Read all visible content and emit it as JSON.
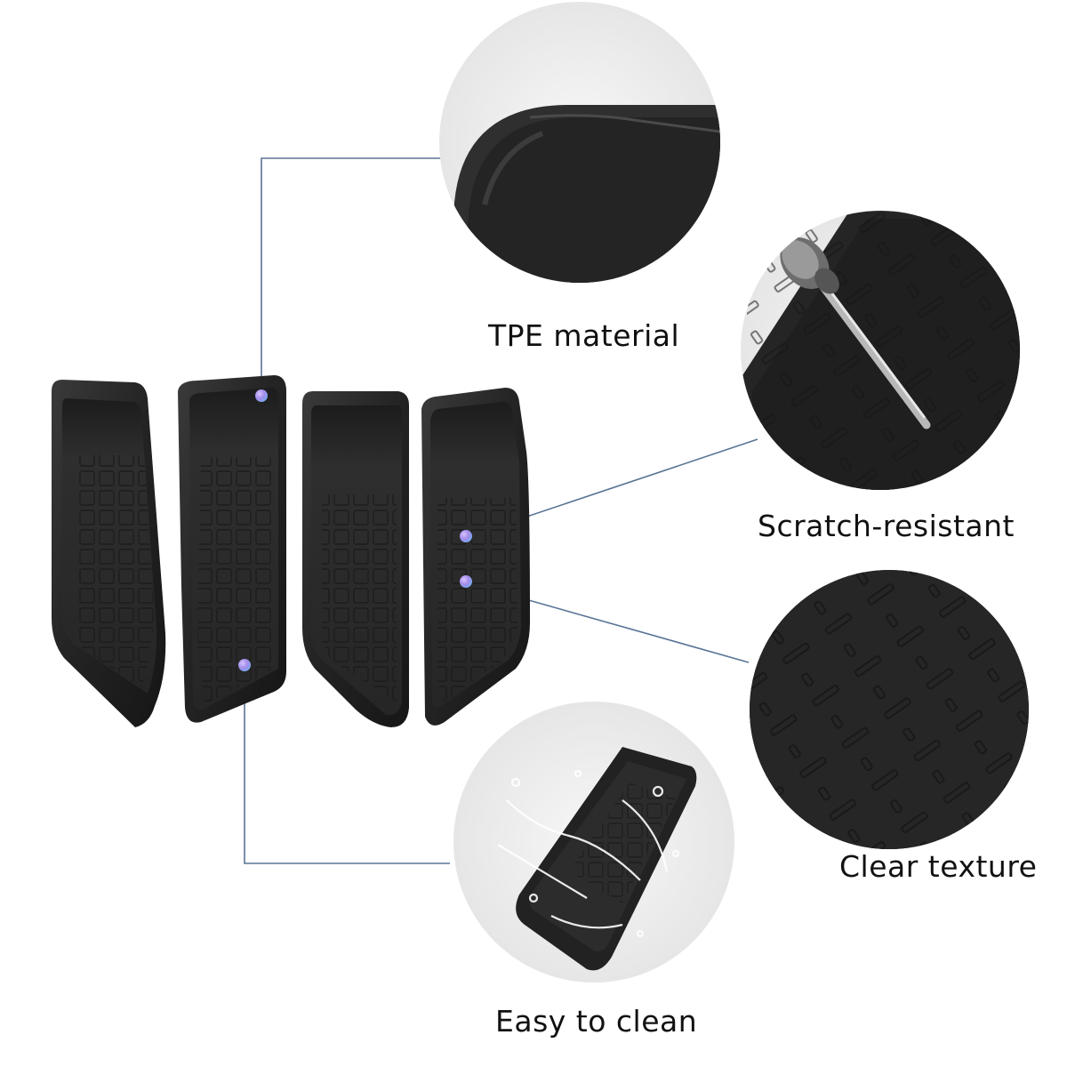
{
  "features": {
    "tpe_material": "TPE material",
    "scratch_resistant": "Scratch-resistant",
    "clear_texture": "Clear texture",
    "easy_to_clean": "Easy to clean"
  },
  "colors": {
    "leader_line": "#5b7596",
    "hotspot_dot": "#b39be8",
    "product_black": "#262626",
    "circle_background": "#ececec"
  },
  "icons": [
    "screwdriver-icon",
    "water-splash-icon"
  ]
}
